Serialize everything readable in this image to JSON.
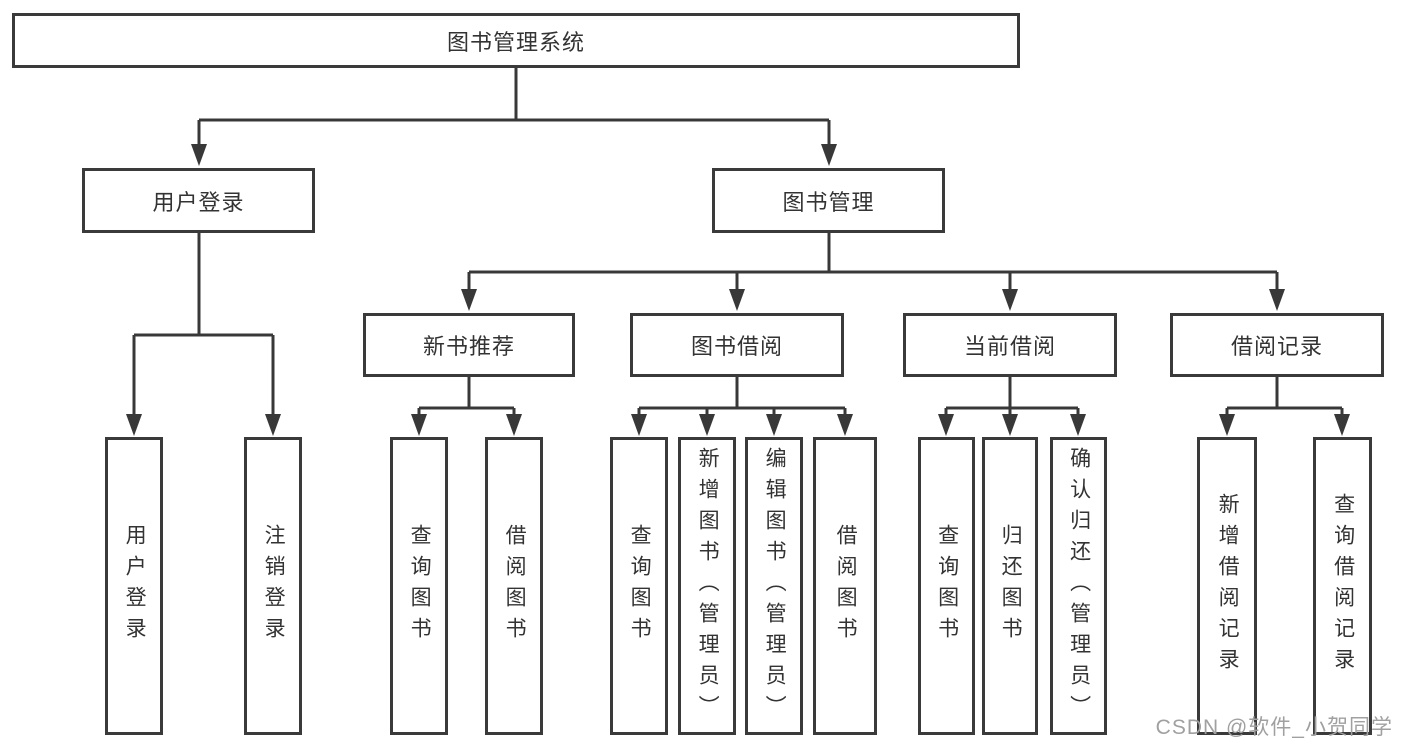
{
  "colors": {
    "line": "#383838",
    "box_border": "#3a3a3a",
    "box_fill": "#ffffff",
    "text": "#333333",
    "watermark": "#a0a0a0"
  },
  "watermark": {
    "text": "CSDN @软件_小贺同学"
  },
  "tree": {
    "label": "图书管理系统",
    "children": [
      {
        "label": "用户登录",
        "children": [
          {
            "label": "用户登录"
          },
          {
            "label": "注销登录"
          }
        ]
      },
      {
        "label": "图书管理",
        "children": [
          {
            "label": "新书推荐",
            "children": [
              {
                "label": "查询图书"
              },
              {
                "label": "借阅图书"
              }
            ]
          },
          {
            "label": "图书借阅",
            "children": [
              {
                "label": "查询图书"
              },
              {
                "label": "新增图书（管理员）"
              },
              {
                "label": "编辑图书（管理员）"
              },
              {
                "label": "借阅图书"
              }
            ]
          },
          {
            "label": "当前借阅",
            "children": [
              {
                "label": "查询图书"
              },
              {
                "label": "归还图书"
              },
              {
                "label": "确认归还（管理员）"
              }
            ]
          },
          {
            "label": "借阅记录",
            "children": [
              {
                "label": "新增借阅记录"
              },
              {
                "label": "查询借阅记录"
              }
            ]
          }
        ]
      }
    ]
  }
}
